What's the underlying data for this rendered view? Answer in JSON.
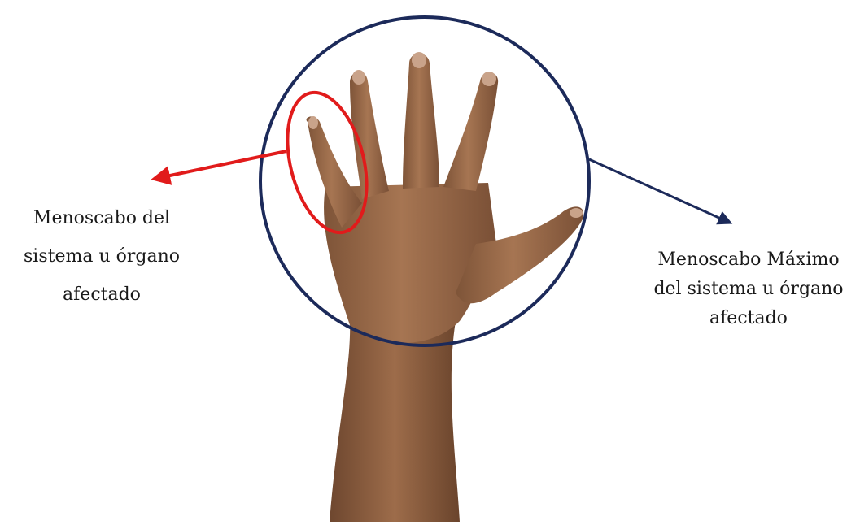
{
  "labels": {
    "left": {
      "lines": [
        "Menoscabo del",
        "sistema u órgano",
        "afectado"
      ],
      "color": "#1a1a1a"
    },
    "right": {
      "lines": [
        "Menoscabo Máximo",
        "del sistema u órgano",
        "afectado"
      ],
      "color": "#1a1a1a"
    }
  },
  "markers": {
    "small_ellipse_color": "#e11b1b",
    "large_circle_color": "#1c2a5a",
    "left_arrow_color": "#e11b1b",
    "right_arrow_color": "#1c2a5a"
  },
  "figure": {
    "subject": "hand-illustration",
    "skin_color": "#a0704e"
  }
}
